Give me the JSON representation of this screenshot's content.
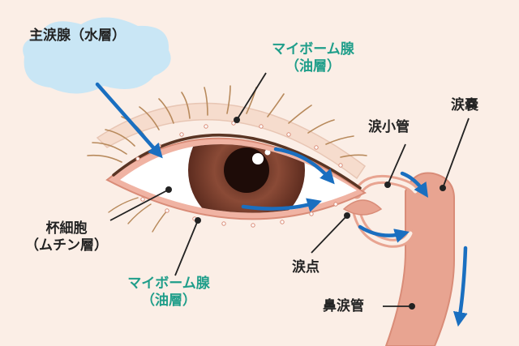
{
  "labels": {
    "main_gland": "主涙腺（水層）",
    "meibomian_upper_1": "マイボーム腺",
    "meibomian_upper_2": "（油層）",
    "canaliculus": "涙小管",
    "lacrimal_sac": "涙嚢",
    "goblet_1": "杯細胞",
    "goblet_2": "（ムチン層）",
    "punctum": "涙点",
    "meibomian_lower_1": "マイボーム腺",
    "meibomian_lower_2": "（油層）",
    "nasolacrimal_duct": "鼻涙管"
  },
  "colors": {
    "background": "#fbeee6",
    "cloud": "#c9e6f5",
    "duct": "#e8a491",
    "iris": "#7a3f2e",
    "arrow": "#1a6fc0",
    "teal_label": "#1f9e8a",
    "label": "#222222"
  }
}
